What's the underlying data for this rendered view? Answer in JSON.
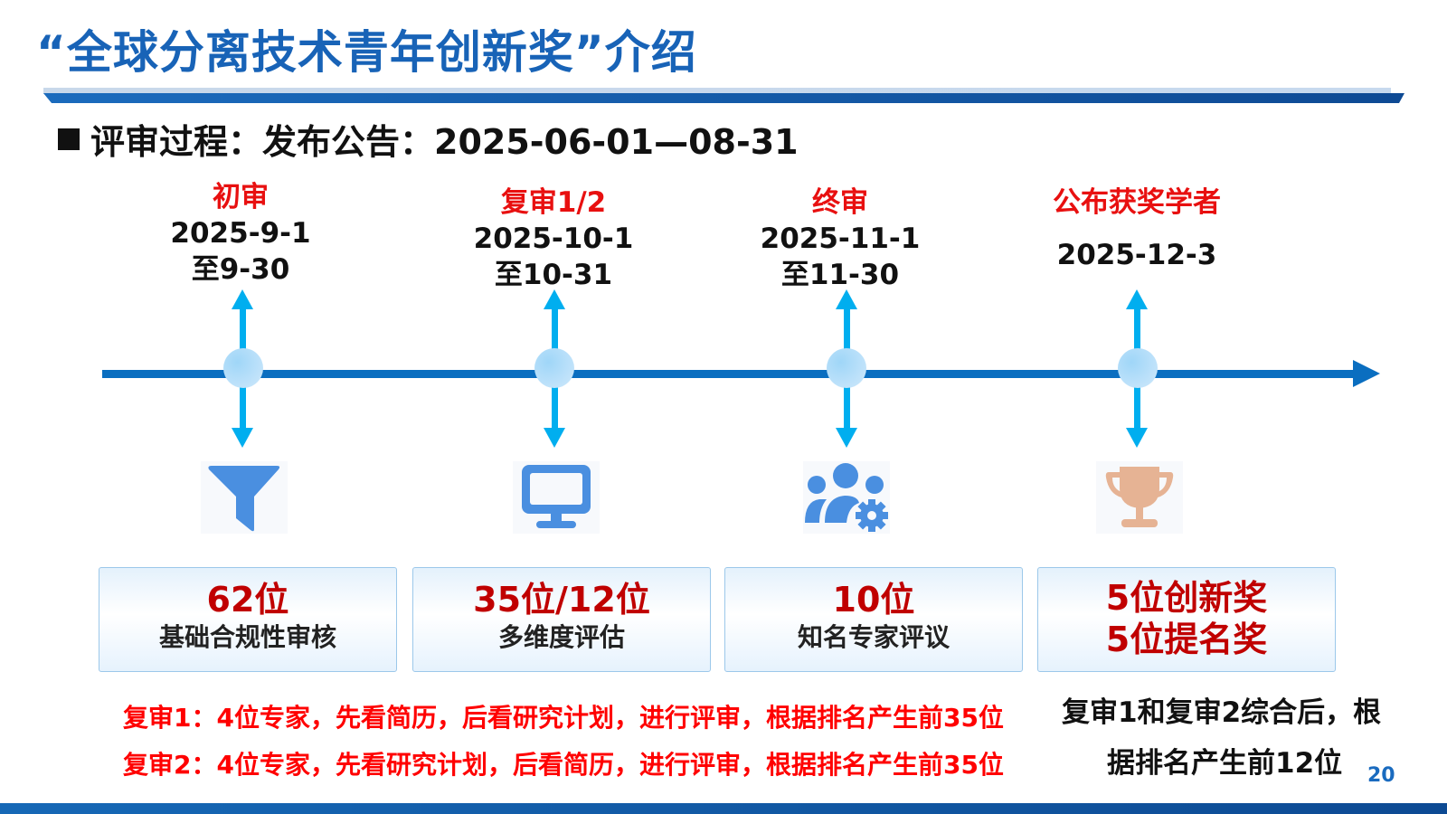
{
  "header": {
    "title": "“全球分离技术青年创新奖”介绍"
  },
  "subtitle": {
    "label": "评审过程：发布公告：2025-06-01—08-31"
  },
  "timeline": {
    "stages": [
      {
        "name": "初审",
        "date_line1": "2025-9-1",
        "date_line2": "至9-30",
        "icon": "filter-icon",
        "count": "62位",
        "desc": "基础合规性审核"
      },
      {
        "name": "复审1/2",
        "date_line1": "2025-10-1",
        "date_line2": "至10-31",
        "icon": "monitor-icon",
        "count": "35位/12位",
        "desc": "多维度评估"
      },
      {
        "name": "终审",
        "date_line1": "2025-11-1",
        "date_line2": "至11-30",
        "icon": "users-settings-icon",
        "count": "10位",
        "desc": "知名专家评议"
      },
      {
        "name": "公布获奖学者",
        "date_line1": "2025-12-3",
        "date_line2": "",
        "icon": "trophy-icon",
        "count": "5位创新奖",
        "desc": "5位提名奖"
      }
    ]
  },
  "notes": {
    "review1": "复审1：4位专家，先看简历，后看研究计划，进行评审，根据排名产生前35位",
    "review2": "复审2：4位专家，先看研究计划，后看简历，进行评审，根据排名产生前35位",
    "combined_line1": "复审1和复审2综合后，根",
    "combined_line2": "据排名产生前12位"
  },
  "colors": {
    "title_blue": "#1863b7",
    "timeline_blue": "#0a6ec0",
    "arrow_cyan": "#00aeef",
    "highlight_red": "#e81010",
    "count_red": "#c00000",
    "icon_blue": "#4a8fe0",
    "trophy": "#e6b394"
  },
  "footer": {
    "page_number": "20"
  }
}
